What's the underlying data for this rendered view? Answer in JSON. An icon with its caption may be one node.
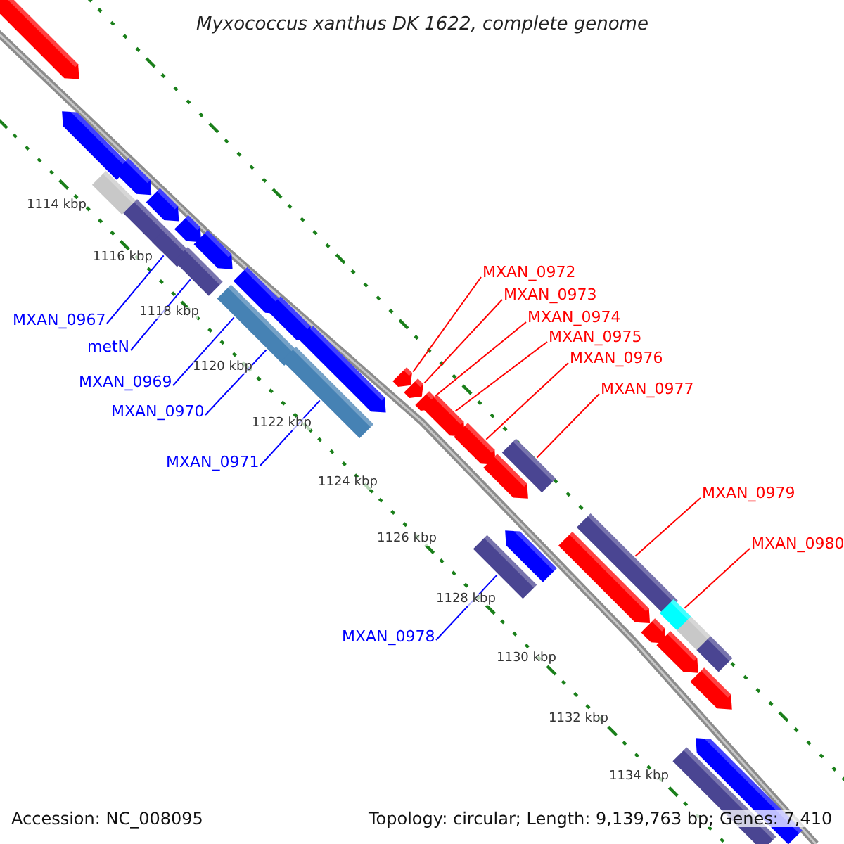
{
  "diagram": {
    "title": "Myxococcus xanthus DK 1622, complete genome",
    "nodes": [
      {
        "text": [
          "MXAN_0972"
        ]
      },
      {
        "text": [
          "MXAN_0973"
        ]
      },
      {
        "text": [
          "MXAN_0974"
        ]
      },
      {
        "text": [
          "MXAN_0967"
        ]
      },
      {
        "text": [
          "MXAN_0975"
        ]
      },
      {
        "text": [
          "metN"
        ]
      },
      {
        "text": [
          "MXAN_0976"
        ]
      },
      {
        "text": [
          "MXAN_0969"
        ]
      },
      {
        "text": [
          "MXAN_0977"
        ]
      },
      {
        "text": [
          "MXAN_0970"
        ]
      },
      {
        "text": [
          "MXAN_0971"
        ]
      },
      {
        "text": [
          "MXAN_0979"
        ]
      },
      {
        "text": [
          "MXAN_0980"
        ]
      },
      {
        "text": [
          "MXAN_0978"
        ]
      },
      {
        "text": [],
        "shape": "arrow"
      },
      {
        "text": [],
        "shape": "arrow"
      },
      {
        "text": [],
        "shape": "arrow"
      },
      {
        "text": [],
        "shape": "bar"
      },
      {
        "text": [],
        "shape": "arrow"
      },
      {
        "text": [],
        "shape": "bar"
      },
      {
        "text": [],
        "shape": "arrow"
      },
      {
        "text": [],
        "shape": "bar"
      },
      {
        "text": [],
        "shape": "arrow"
      },
      {
        "text": [],
        "shape": "bar"
      },
      {
        "text": [],
        "shape": "arrow"
      },
      {
        "text": [],
        "shape": "bar"
      },
      {
        "text": [],
        "shape": "arrow"
      },
      {
        "text": [],
        "shape": "bar"
      },
      {
        "text": [],
        "shape": "arrow"
      },
      {
        "text": [],
        "shape": "arrow"
      },
      {
        "text": [],
        "shape": "arrow"
      },
      {
        "text": [],
        "shape": "bar"
      },
      {
        "text": [],
        "shape": "arrow"
      },
      {
        "text": [],
        "shape": "arrow"
      },
      {
        "text": [],
        "shape": "arrow"
      },
      {
        "text": [],
        "shape": "bar"
      },
      {
        "text": [],
        "shape": "arrow"
      },
      {
        "text": [],
        "shape": "arrow"
      },
      {
        "text": [],
        "shape": "bar"
      },
      {
        "text": [],
        "shape": "bar"
      },
      {
        "text": [],
        "shape": "arrow"
      },
      {
        "text": [],
        "shape": "bar"
      },
      {
        "text": [],
        "shape": "bar"
      },
      {
        "text": [],
        "shape": "arrow"
      },
      {
        "text": [],
        "shape": "arrow"
      },
      {
        "text": [],
        "shape": "bar"
      },
      {
        "text": [],
        "shape": "arrow"
      },
      {
        "text": [],
        "shape": "arrow"
      },
      {
        "text": [],
        "shape": "bar"
      }
    ],
    "edges": [
      {
        "from": 0,
        "to": 29,
        "arrow": "none",
        "color": "#ff0000"
      },
      {
        "from": 1,
        "to": 30,
        "arrow": "none",
        "color": "#ff0000"
      },
      {
        "from": 2,
        "to": 32,
        "arrow": "none",
        "color": "#ff0000"
      },
      {
        "from": 3,
        "to": 21,
        "arrow": "none",
        "color": "#0000ff"
      },
      {
        "from": 4,
        "to": 33,
        "arrow": "none",
        "color": "#ff0000"
      },
      {
        "from": 5,
        "to": 23,
        "arrow": "none",
        "color": "#0000ff"
      },
      {
        "from": 6,
        "to": 34,
        "arrow": "none",
        "color": "#ff0000"
      },
      {
        "from": 7,
        "to": 25,
        "arrow": "none",
        "color": "#0000ff"
      },
      {
        "from": 8,
        "to": 35,
        "arrow": "none",
        "color": "#ff0000"
      },
      {
        "from": 9,
        "to": 27,
        "arrow": "none",
        "color": "#0000ff"
      },
      {
        "from": 10,
        "to": 31,
        "arrow": "none",
        "color": "#0000ff"
      },
      {
        "from": 11,
        "to": 38,
        "arrow": "none",
        "color": "#ff0000"
      },
      {
        "from": 12,
        "to": 41,
        "arrow": "none",
        "color": "#ff0000"
      },
      {
        "from": 13,
        "to": 39,
        "arrow": "none",
        "color": "#0000ff"
      }
    ],
    "labels": [
      "1114 kbp",
      "1116 kbp",
      "1118 kbp",
      "1120 kbp",
      "1122 kbp",
      "1124 kbp",
      "1126 kbp",
      "1128 kbp",
      "1130 kbp",
      "1132 kbp",
      "1134 kbp",
      "Accession: NC_008095",
      "Topology: circular; Length: 9,139,763 bp; Genes: 7,410"
    ]
  }
}
